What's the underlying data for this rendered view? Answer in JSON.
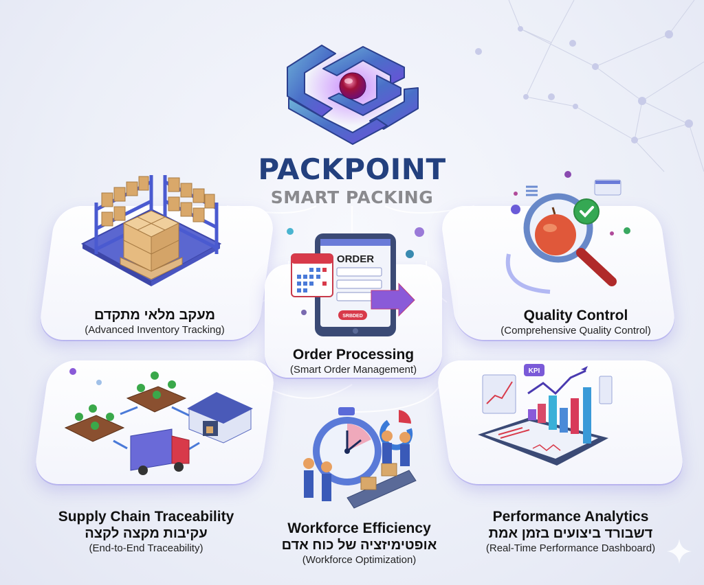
{
  "brand": {
    "name": "PACKPOINT",
    "tagline": "SMART PACKING",
    "logo_icon": "maze-sphere-logo-icon",
    "colors": {
      "name": "#23407e",
      "tagline": "#8a8a8e",
      "accent_purple": "#8a5cf6",
      "accent_blue": "#4f6fd8"
    }
  },
  "features": [
    {
      "id": "inventory",
      "title_he": "מעקב מלאי מתקדם",
      "subtitle": "(Advanced Inventory Tracking)",
      "icon": "warehouse-shelves-pallet-icon"
    },
    {
      "id": "quality",
      "title": "Quality Control",
      "subtitle": "(Comprehensive Quality Control)",
      "icon": "magnifier-apple-check-icon"
    },
    {
      "id": "order",
      "title": "Order Processing",
      "subtitle": "(Smart Order Management)",
      "icon": "tablet-order-form-icon",
      "illustration_text": {
        "header": "ORDER",
        "button": "SRBDED"
      }
    },
    {
      "id": "supply",
      "title": "Supply Chain Traceability",
      "title_he": "עקיבות מקצה לקצה",
      "subtitle": "(End-to-End Traceability)",
      "icon": "farm-truck-warehouse-icon"
    },
    {
      "id": "workforce",
      "title": "Workforce Efficiency",
      "title_he": "אופטימיזציה של כוח אדם",
      "subtitle": "(Workforce Optimization)",
      "icon": "stopwatch-workers-conveyor-icon"
    },
    {
      "id": "analytics",
      "title": "Performance Analytics",
      "title_he": "דשבורד ביצועים בזמן אמת",
      "subtitle": "(Real-Time Performance Dashboard)",
      "icon": "kpi-dashboard-chart-icon",
      "illustration_text": {
        "badge": "KPI"
      }
    }
  ],
  "decor": {
    "corner_icon": "sparkle-icon"
  }
}
